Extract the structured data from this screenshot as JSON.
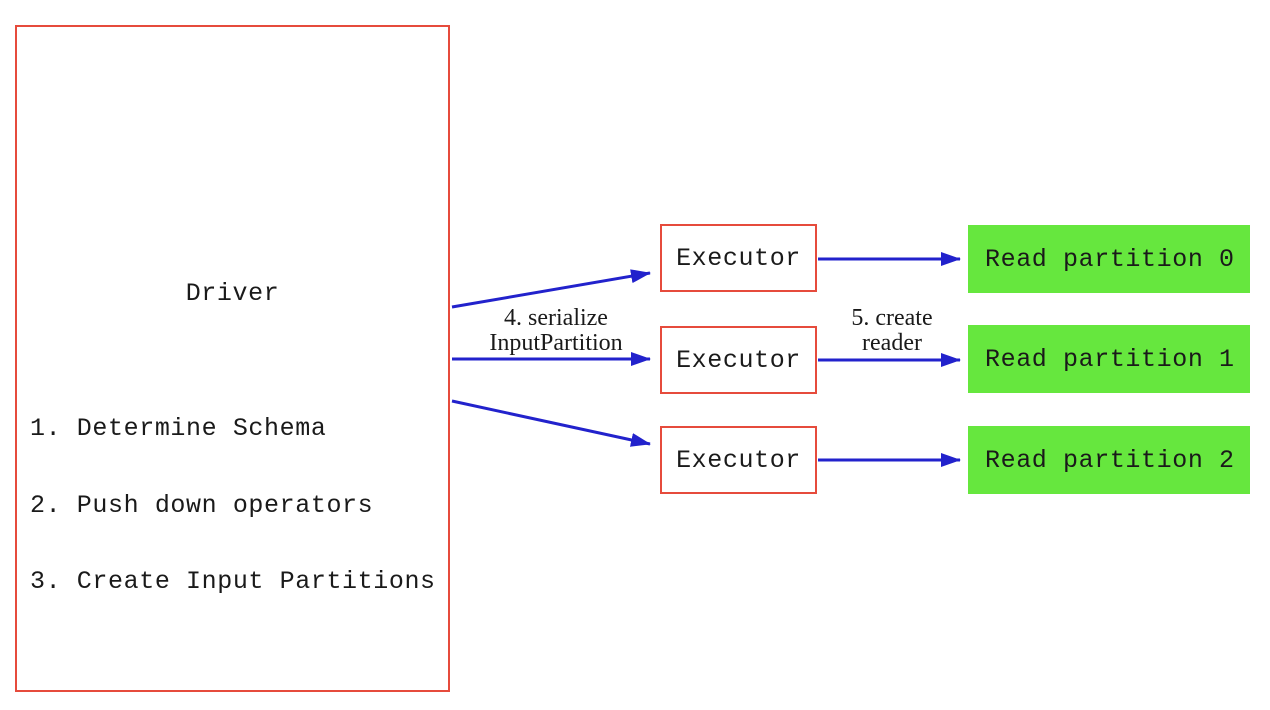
{
  "colors": {
    "red": "#e64b3c",
    "blue": "#2222cc",
    "green": "#66e73e",
    "ink": "#1a1a1a",
    "bg": "#ffffff"
  },
  "driver": {
    "title": "Driver",
    "steps": [
      "1. Determine Schema",
      "2. Push down operators",
      "3. Create Input Partitions"
    ]
  },
  "executors": [
    {
      "label": "Executor"
    },
    {
      "label": "Executor"
    },
    {
      "label": "Executor"
    }
  ],
  "partitions": [
    {
      "label": "Read partition 0"
    },
    {
      "label": "Read partition 1"
    },
    {
      "label": "Read partition 2"
    }
  ],
  "edge_labels": {
    "serialize": {
      "line1": "4. serialize",
      "line2": "InputPartition"
    },
    "create_reader": {
      "line1": "5. create",
      "line2": "reader"
    }
  }
}
